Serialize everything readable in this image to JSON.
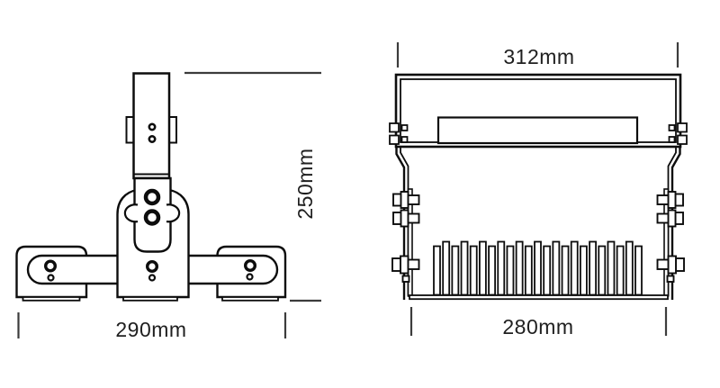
{
  "canvas": {
    "background": "#ffffff",
    "drawing_line_color": "#0d0d0d",
    "dimension_line_color": "#3c3c3c"
  },
  "views": {
    "side": {
      "width_dimension": "290mm",
      "height_dimension": "250mm"
    },
    "front": {
      "top_dimension": "312mm",
      "bottom_dimension": "280mm"
    }
  }
}
